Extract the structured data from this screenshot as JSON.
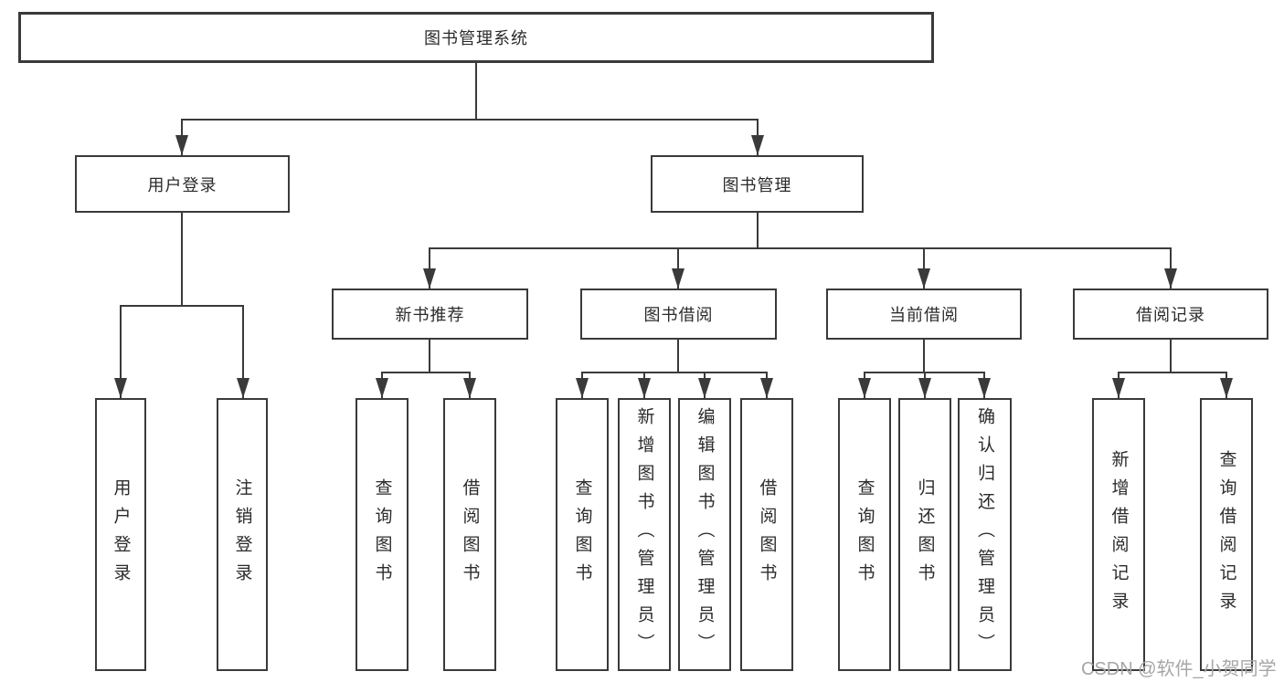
{
  "tree": {
    "label": "图书管理系统",
    "children": [
      {
        "label": "用户登录",
        "children": [
          {
            "label": "用户登录"
          },
          {
            "label": "注销登录"
          }
        ]
      },
      {
        "label": "图书管理",
        "children": [
          {
            "label": "新书推荐",
            "children": [
              {
                "label": "查询图书"
              },
              {
                "label": "借阅图书"
              }
            ]
          },
          {
            "label": "图书借阅",
            "children": [
              {
                "label": "查询图书"
              },
              {
                "label": "新增图书（管理员）"
              },
              {
                "label": "编辑图书（管理员）"
              },
              {
                "label": "借阅图书"
              }
            ]
          },
          {
            "label": "当前借阅",
            "children": [
              {
                "label": "查询图书"
              },
              {
                "label": "归还图书"
              },
              {
                "label": "确认归还（管理员）"
              }
            ]
          },
          {
            "label": "借阅记录",
            "children": [
              {
                "label": "新增借阅记录"
              },
              {
                "label": "查询借阅记录"
              }
            ]
          }
        ]
      }
    ]
  },
  "watermark": "CSDN @软件_小贺同学",
  "colors": {
    "line": "#3a3a3a",
    "text": "#2b2b2b",
    "watermark": "#a6a6a6",
    "background": "#ffffff"
  }
}
